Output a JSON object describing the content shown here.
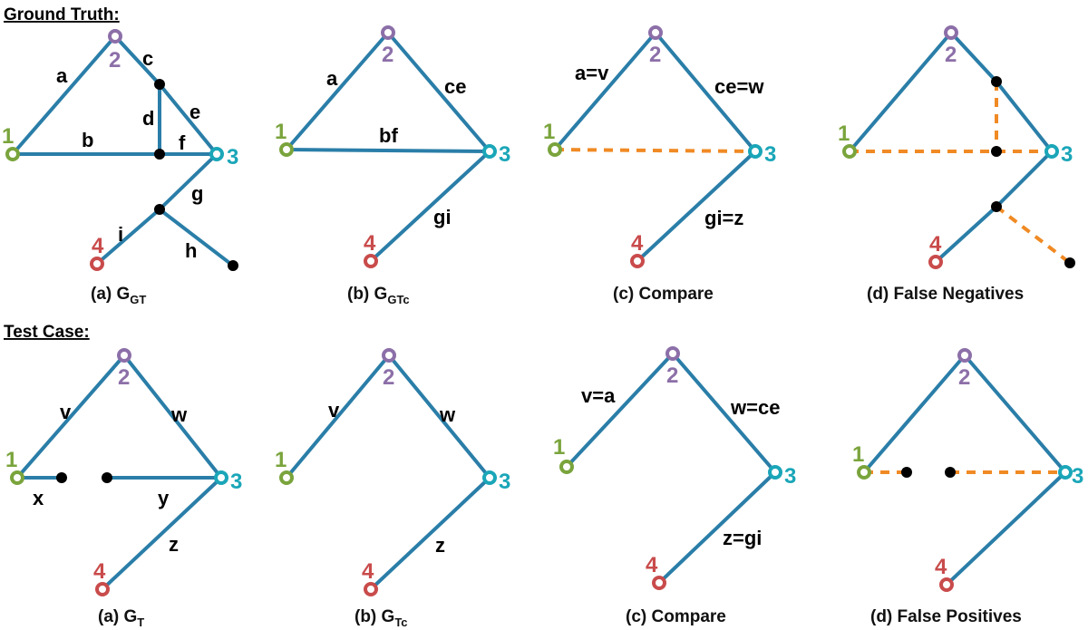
{
  "section_titles": {
    "ground_truth": "Ground Truth:",
    "test_case": "Test Case:"
  },
  "captions": {
    "top_a": {
      "text": "(a) G",
      "sub": "GT"
    },
    "top_b": {
      "text": "(b) G",
      "sub": "GTc"
    },
    "top_c": {
      "text": "(c) Compare"
    },
    "top_d": {
      "text": "(d) False Negatives"
    },
    "bot_a": {
      "text": "(a) G",
      "sub": "T"
    },
    "bot_b": {
      "text": "(b) G",
      "sub": "Tc"
    },
    "bot_c": {
      "text": "(c) Compare"
    },
    "bot_d": {
      "text": "(d) False Positives"
    }
  },
  "node_labels": {
    "n1": "1",
    "n2": "2",
    "n3": "3",
    "n4": "4"
  },
  "edge_labels": {
    "top_a": {
      "a": "a",
      "b": "b",
      "c": "c",
      "d": "d",
      "e": "e",
      "f": "f",
      "g": "g",
      "h": "h",
      "i": "i"
    },
    "top_b": {
      "a": "a",
      "ce": "ce",
      "bf": "bf",
      "gi": "gi"
    },
    "top_c": {
      "av": "a=v",
      "cew": "ce=w",
      "giz": "gi=z"
    },
    "bot_a": {
      "v": "v",
      "w": "w",
      "x": "x",
      "y": "y",
      "z": "z"
    },
    "bot_b": {
      "v": "v",
      "w": "w",
      "z": "z"
    },
    "bot_c": {
      "va": "v=a",
      "wce": "w=ce",
      "zgi": "z=gi"
    }
  },
  "colors": {
    "edge": "#2a7ea8",
    "dashed_edge": "#f08a24",
    "node1": "#7aa43c",
    "node2": "#8c6fa8",
    "node3": "#1aa6b8",
    "node4": "#c94b4b",
    "junction": "#000000"
  }
}
